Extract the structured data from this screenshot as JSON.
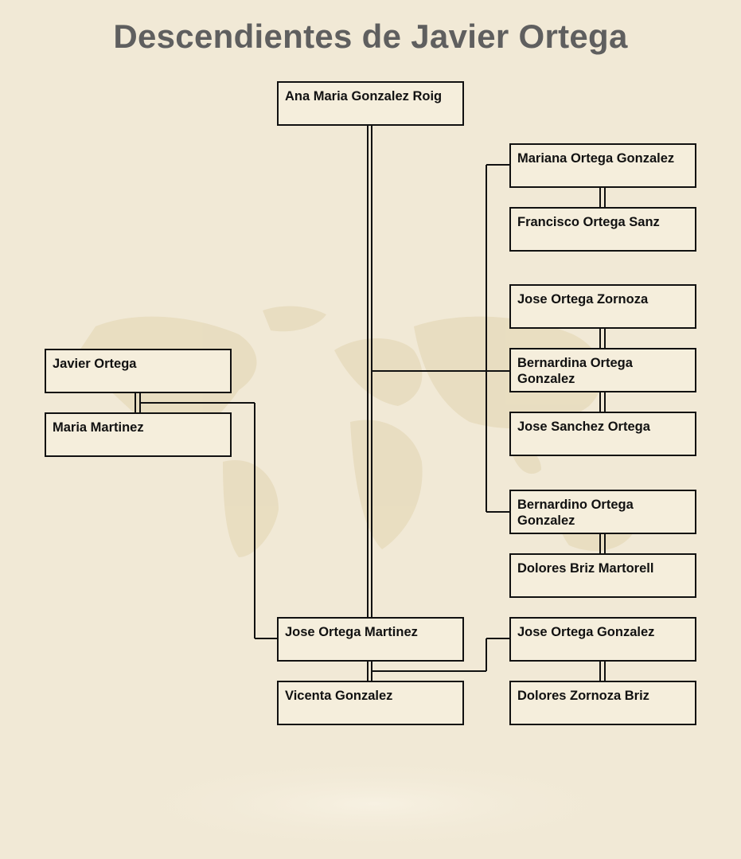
{
  "title": "Descendientes de Javier Ortega",
  "persons": {
    "ana_maria": "Ana Maria Gonzalez Roig",
    "mariana": "Mariana Ortega Gonzalez",
    "francisco": "Francisco Ortega Sanz",
    "jose_zornoza": "Jose Ortega Zornoza",
    "bernardina": "Bernardina Ortega Gonzalez",
    "jose_sanchez": "Jose Sanchez Ortega",
    "bernardino": "Bernardino Ortega Gonzalez",
    "dolores_briz": "Dolores Briz Martorell",
    "javier": "Javier Ortega",
    "maria": "Maria Martinez",
    "jose_martinez": "Jose Ortega Martinez",
    "vicenta": "Vicenta Gonzalez",
    "jose_gonzalez": "Jose Ortega Gonzalez",
    "dolores_zornoza": "Dolores Zornoza Briz"
  }
}
